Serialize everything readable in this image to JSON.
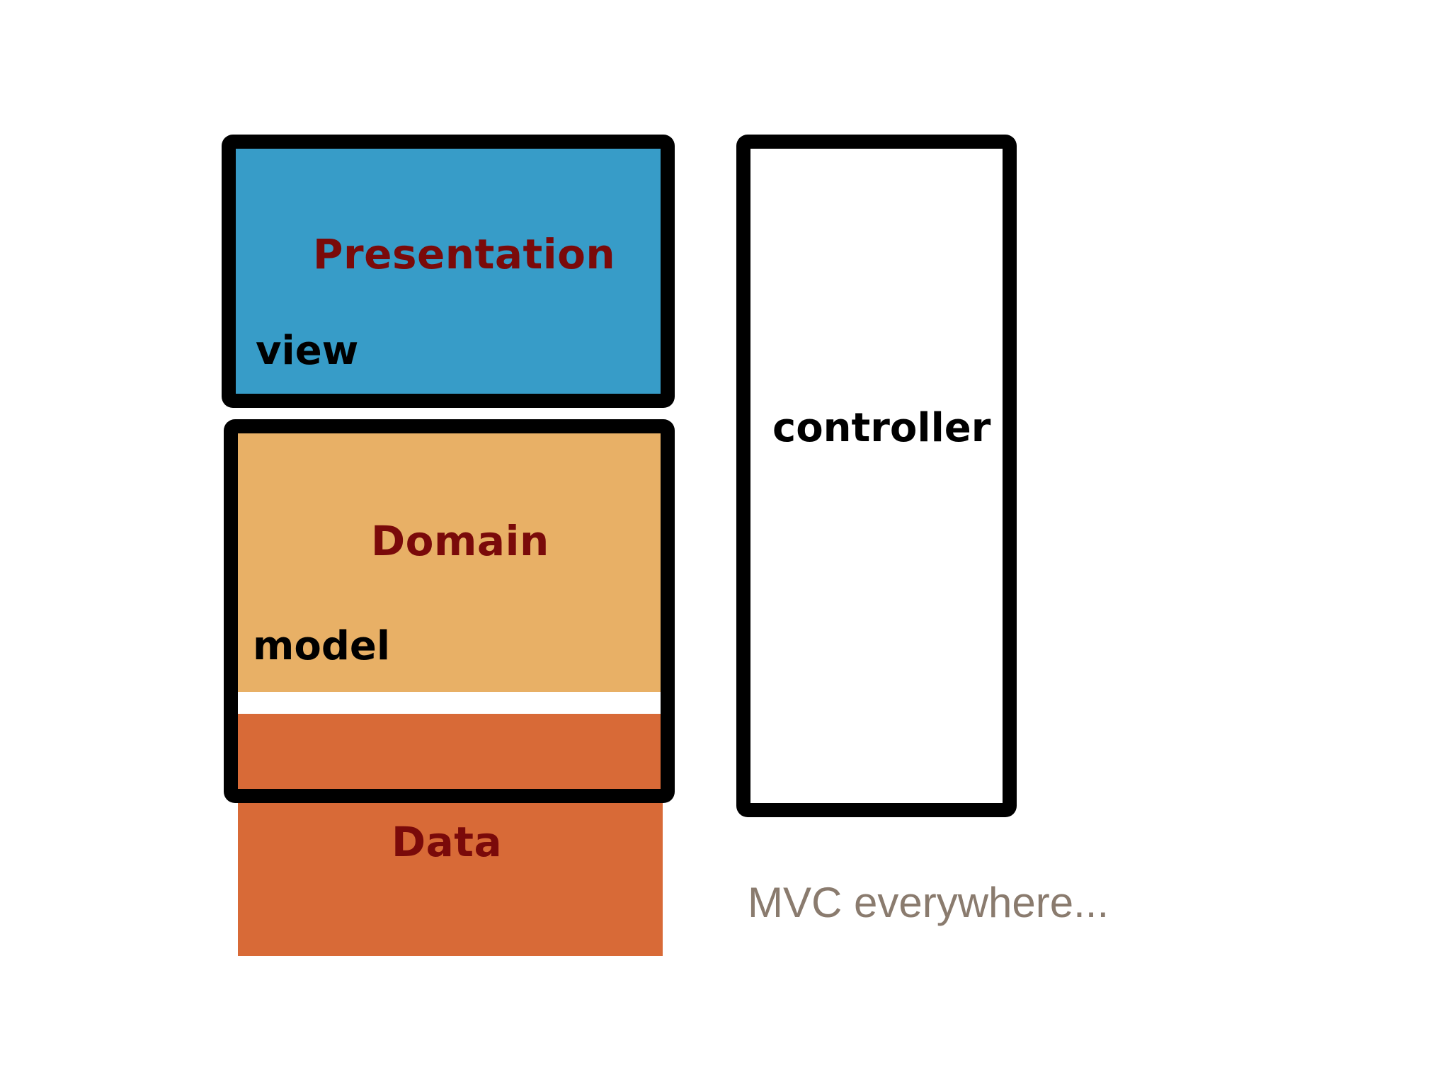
{
  "diagram": {
    "presentation": {
      "title": "Presentation",
      "role": "view",
      "color": "#379cc8"
    },
    "domain": {
      "title": "Domain",
      "role": "model",
      "color": "#e8b066"
    },
    "data": {
      "title": "Data",
      "color": "#d86a37"
    },
    "controller": {
      "role": "controller",
      "color": "#ffffff"
    },
    "title_color": "#7a0a0a",
    "border_color": "#000000"
  },
  "caption": {
    "text": "MVC everywhere...",
    "color": "#8a7b6e"
  }
}
